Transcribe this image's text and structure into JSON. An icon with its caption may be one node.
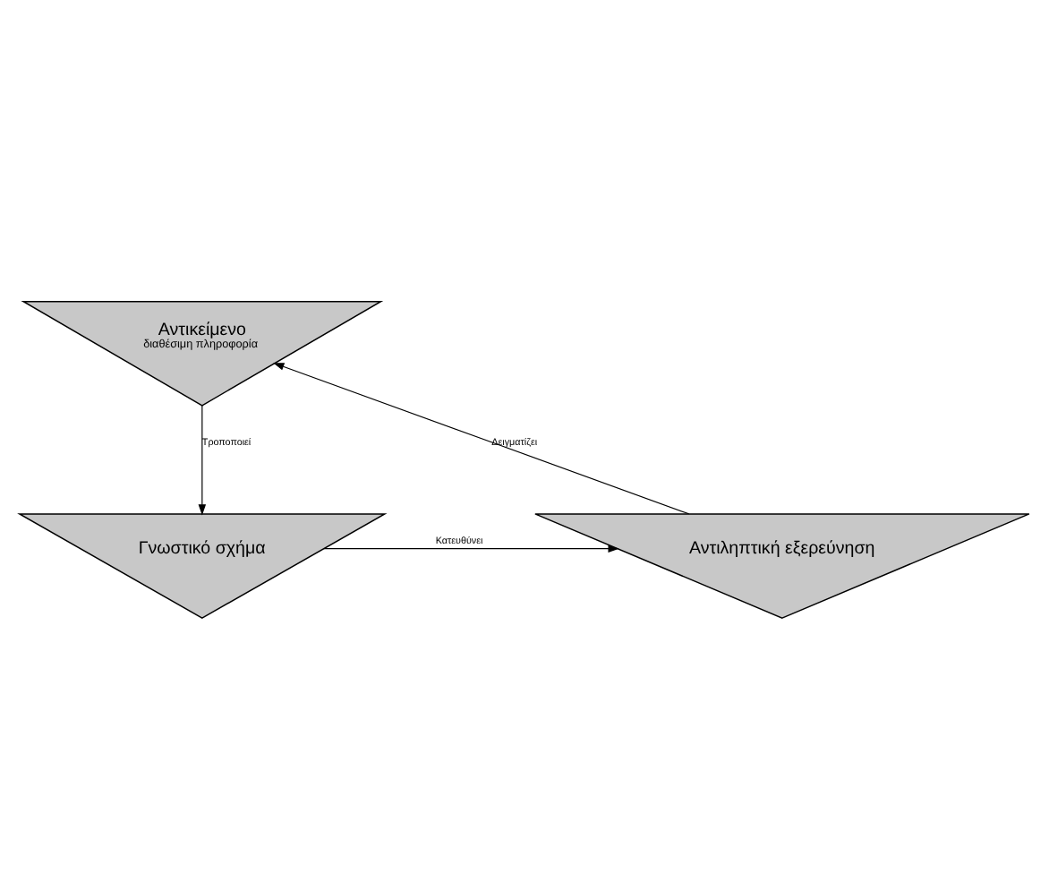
{
  "diagram": {
    "nodes": [
      {
        "text": [
          "Αντικείμενο",
          "διαθέσιμη πληροφορία"
        ]
      },
      {
        "text": [
          "Γνωστικό σχήμα"
        ]
      },
      {
        "text": [
          "Αντιληπτική εξερεύνηση"
        ]
      }
    ],
    "edges": [
      {
        "from": 0,
        "to": 1,
        "arrow": "to",
        "label": "Τροποποιεί"
      },
      {
        "from": 1,
        "to": 2,
        "arrow": "to",
        "label": "Κατευθύνει"
      },
      {
        "from": 2,
        "to": 0,
        "arrow": "to",
        "label": "Δειγματίζει"
      }
    ]
  }
}
